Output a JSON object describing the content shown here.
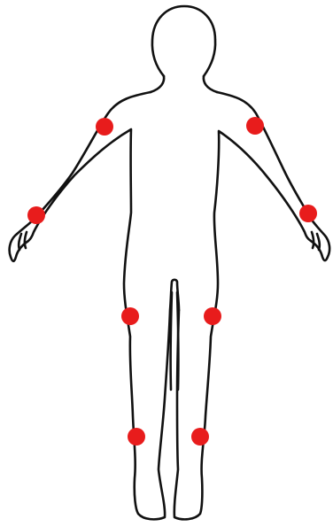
{
  "diagram": {
    "kind": "body-outline-front",
    "colors": {
      "background": "#ffffff",
      "outline": "#111111",
      "marker": "#e81c1c"
    },
    "markers": [
      {
        "id": "left-shoulder"
      },
      {
        "id": "right-shoulder"
      },
      {
        "id": "left-wrist"
      },
      {
        "id": "right-wrist"
      },
      {
        "id": "left-hip"
      },
      {
        "id": "right-hip"
      },
      {
        "id": "left-ankle"
      },
      {
        "id": "right-ankle"
      }
    ]
  }
}
